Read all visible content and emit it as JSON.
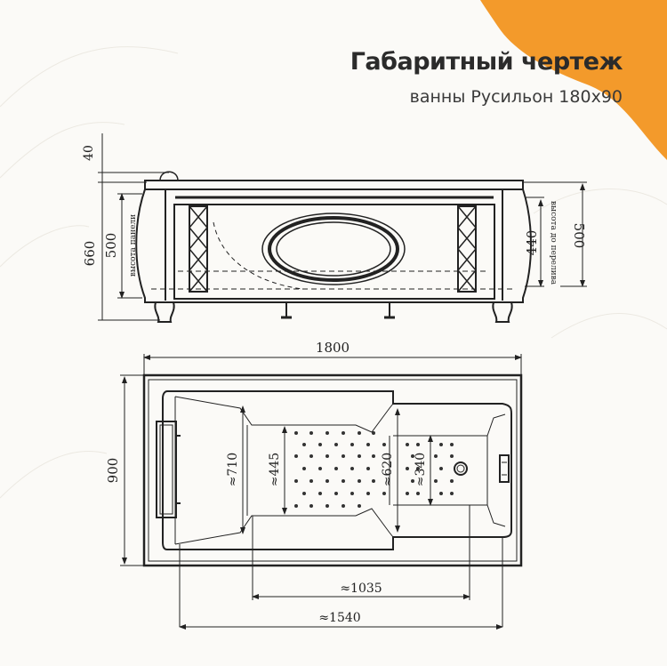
{
  "header": {
    "title": "Габаритный чертеж",
    "subtitle": "ванны Русильон 180x90"
  },
  "colors": {
    "accent": "#f39a2b",
    "background": "#fbfaf7",
    "line": "#222222"
  },
  "side_view": {
    "dim_top_offset": "40",
    "dim_total_height": "660",
    "dim_panel_height": "500",
    "label_panel_height": "высота панели",
    "dim_rim_height": "440",
    "label_rim_height": "высота до перелива",
    "dim_right_height": "500"
  },
  "top_view": {
    "dim_length": "1800",
    "dim_width": "900",
    "dim_inner_width_head": "≈710",
    "dim_inner_width_mid": "≈445",
    "dim_inner_width_620": "≈620",
    "dim_inner_width_foot": "≈340",
    "dim_inner_length_1035": "≈1035",
    "dim_inner_length_1540": "≈1540"
  }
}
